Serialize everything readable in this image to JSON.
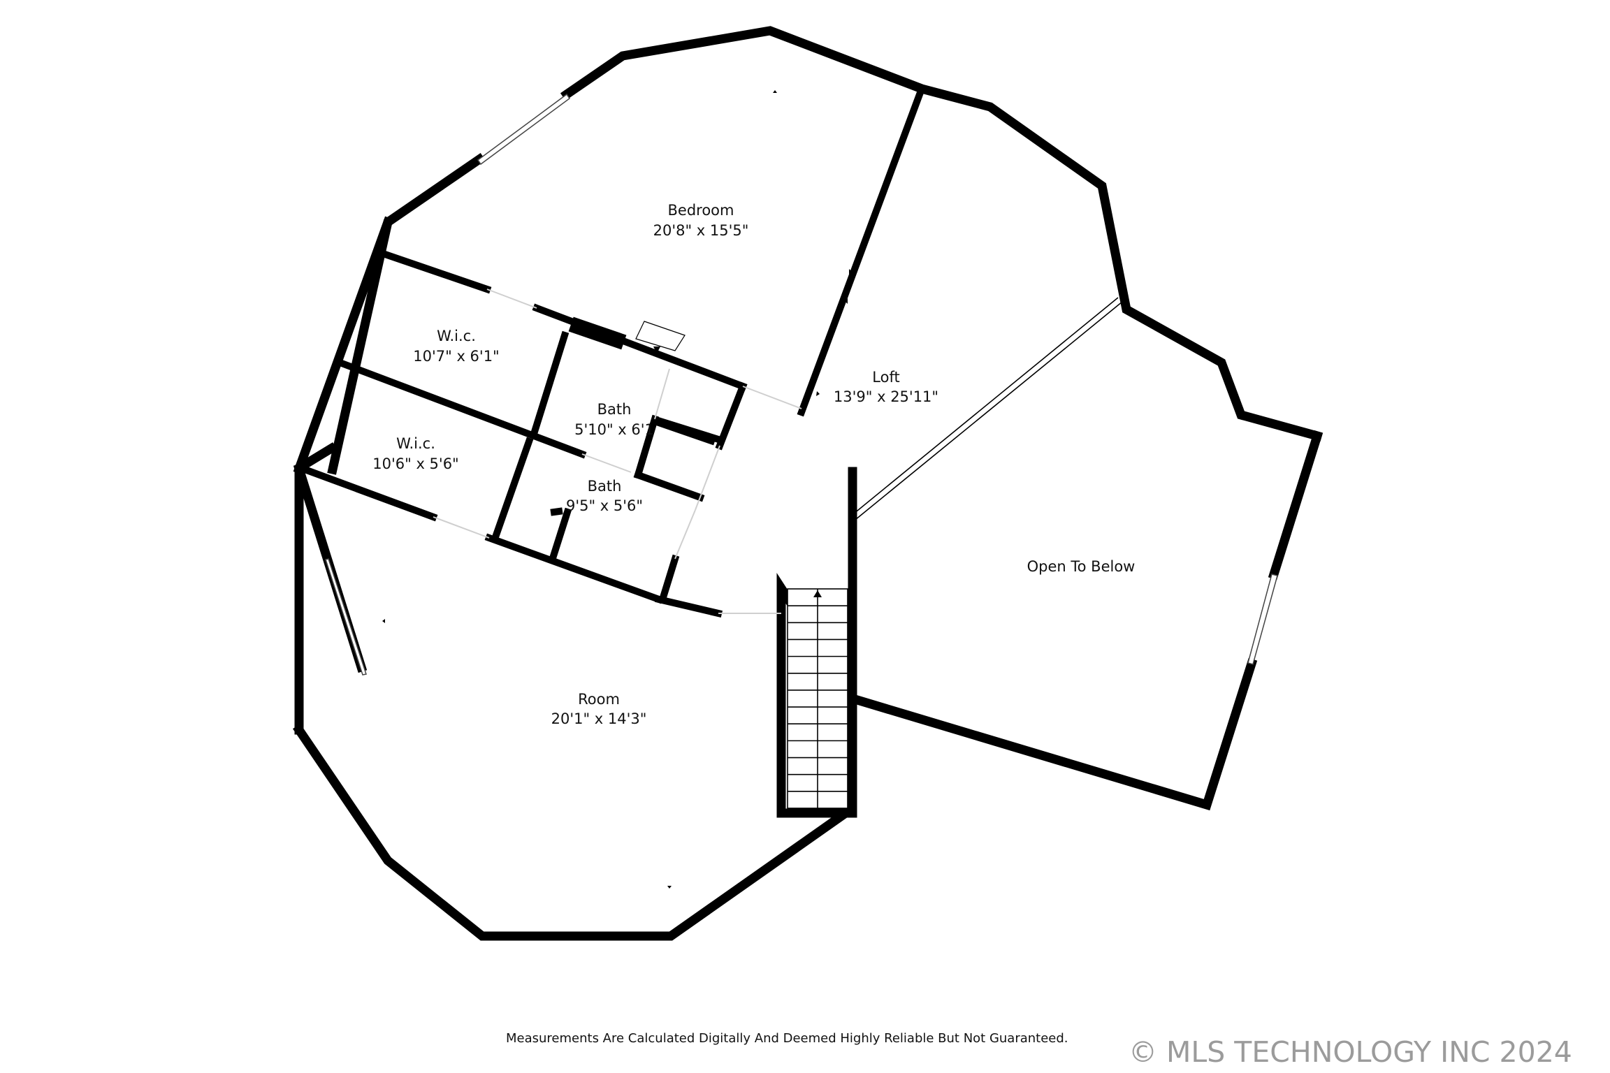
{
  "rooms": {
    "bedroom": {
      "name": "Bedroom",
      "dims": "20'8\" x 15'5\""
    },
    "loft": {
      "name": "Loft",
      "dims": "13'9\" x 25'11\""
    },
    "wic1": {
      "name": "W.i.c.",
      "dims": "10'7\" x 6'1\""
    },
    "bath1": {
      "name": "Bath",
      "dims": "5'10\" x 6'1"
    },
    "wic2": {
      "name": "W.i.c.",
      "dims": "10'6\" x 5'6\""
    },
    "bath2": {
      "name": "Bath",
      "dims": "9'5\" x 5'6\""
    },
    "open": {
      "name": "Open To Below"
    },
    "room": {
      "name": "Room",
      "dims": "20'1\" x 14'3\""
    }
  },
  "footer": {
    "disclaimer": "Measurements Are Calculated Digitally And Deemed Highly Reliable But Not Guaranteed.",
    "copyright": "© MLS TECHNOLOGY INC 2024"
  },
  "colors": {
    "wall": "#000000",
    "background": "#ffffff",
    "watermark": "#9b9b9b"
  }
}
